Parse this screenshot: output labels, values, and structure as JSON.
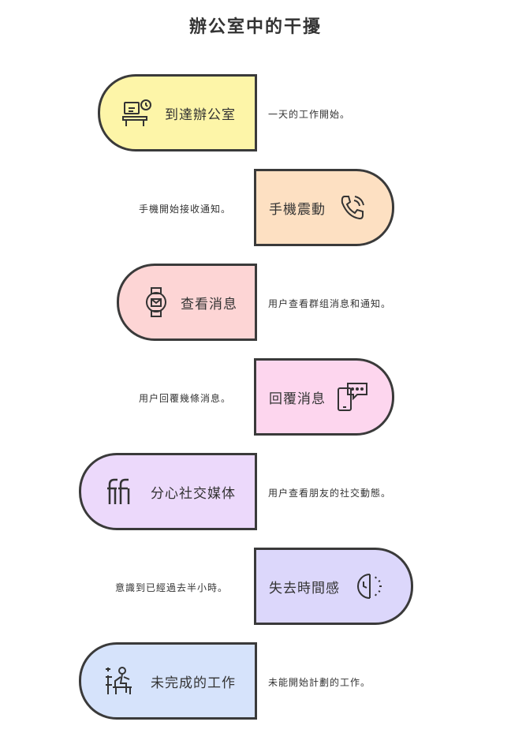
{
  "title": "辦公室中的干擾",
  "steps": [
    {
      "label": "到達辦公室",
      "description": "一天的工作開始。",
      "icon": "desk-clock-icon",
      "color": "#fdf5a8"
    },
    {
      "label": "手機震動",
      "description": "手機開始接收通知。",
      "icon": "phone-ringing-icon",
      "color": "#fde0c2"
    },
    {
      "label": "查看消息",
      "description": "用户查看群组消息和通知。",
      "icon": "smartwatch-mail-icon",
      "color": "#fdd5d5"
    },
    {
      "label": "回覆消息",
      "description": "用户回覆幾條消息。",
      "icon": "phone-chat-icon",
      "color": "#fdd6ee"
    },
    {
      "label": "分心社交媒体",
      "description": "用户查看朋友的社交動態。",
      "icon": "social-ff-icon",
      "color": "#ecd9fb"
    },
    {
      "label": "失去時間感",
      "description": "意識到已經過去半小時。",
      "icon": "half-clock-icon",
      "color": "#dcd7fb"
    },
    {
      "label": "未完成的工作",
      "description": "未能開始計劃的工作。",
      "icon": "stressed-worker-icon",
      "color": "#d6e3fb"
    }
  ]
}
